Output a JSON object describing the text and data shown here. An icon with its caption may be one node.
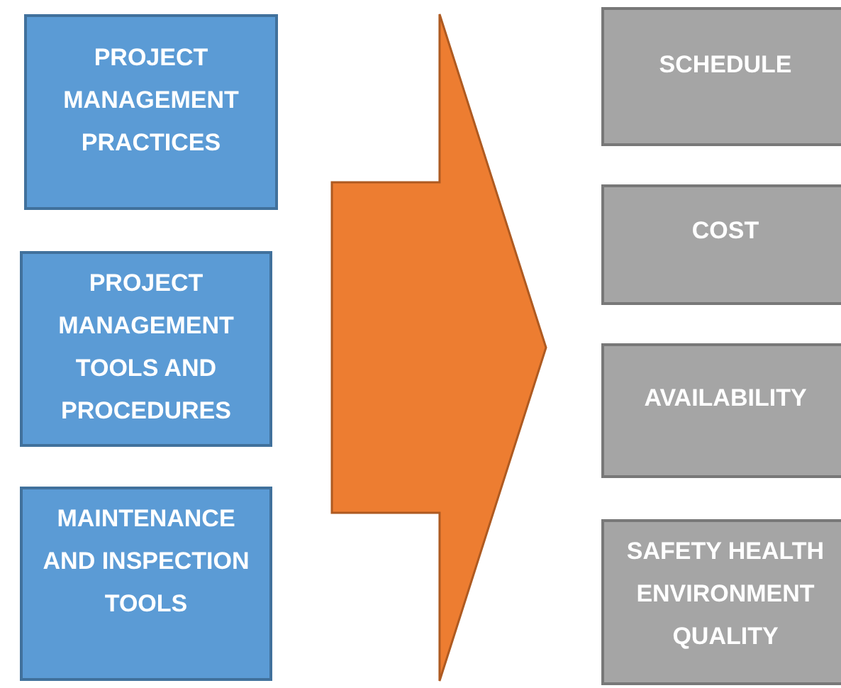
{
  "diagram": {
    "nodes": [
      {
        "text": [
          "PROJECT MANAGEMENT PRACTICES"
        ]
      },
      {
        "text": [
          "PROJECT MANAGEMENT TOOLS AND PROCEDURES"
        ]
      },
      {
        "text": [
          "MAINTENANCE AND INSPECTION TOOLS"
        ]
      },
      {
        "text": [],
        "shape": "arrow"
      },
      {
        "text": [
          "SCHEDULE"
        ]
      },
      {
        "text": [
          "COST"
        ]
      },
      {
        "text": [
          "AVAILABILITY"
        ]
      },
      {
        "text": [
          "SAFETY HEALTH ENVIRONMENT QUALITY"
        ]
      }
    ]
  }
}
